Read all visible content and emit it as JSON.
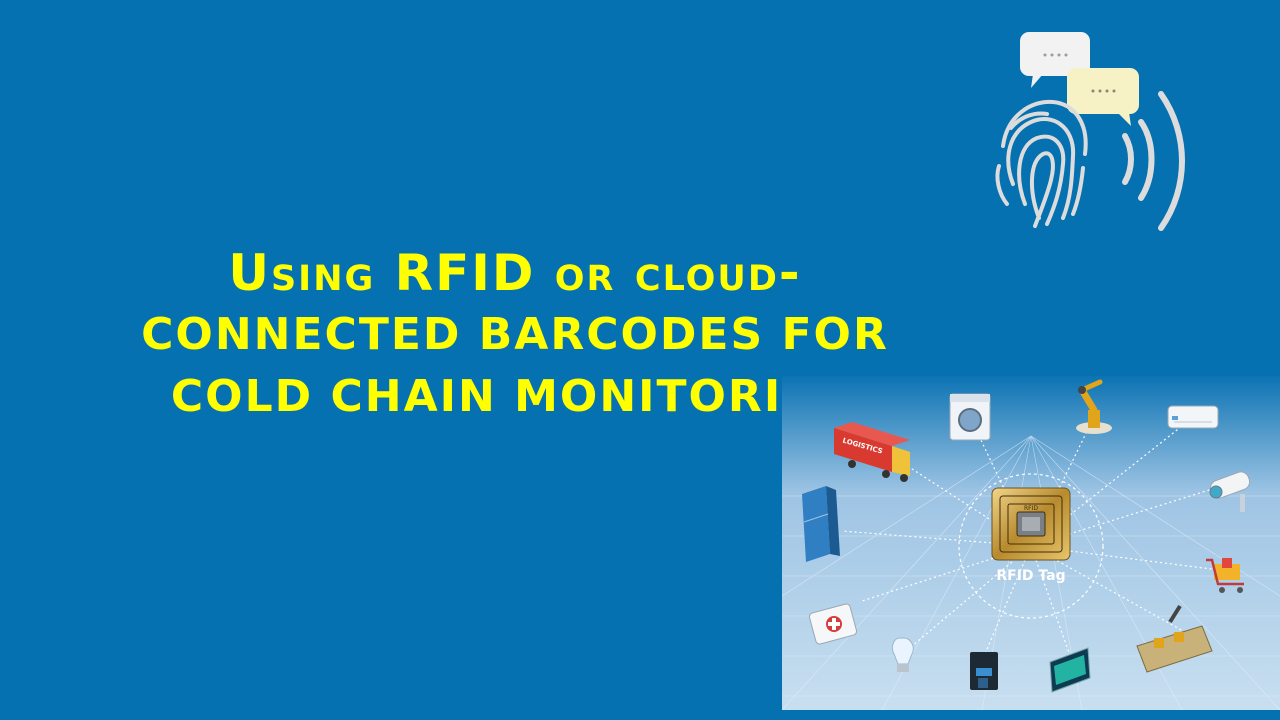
{
  "title": {
    "line1": "Using RFID or cloud-",
    "line2": "connected barcodes for",
    "line3": "cold chain monitoring"
  },
  "scene": {
    "tag_chip_label": "RFID",
    "tag_caption": "RFID Tag",
    "truck_label": "LOGISTICS"
  },
  "colors": {
    "background": "#0571b0",
    "title": "#ffff00",
    "scene_bg": "#b7d2ea",
    "tag_gold": "#c9a24a"
  },
  "icons": [
    "chat-bubble-icon",
    "fingerprint-icon",
    "signal-waves-icon",
    "washing-machine-icon",
    "robot-arm-icon",
    "air-conditioner-icon",
    "cctv-camera-icon",
    "shopping-cart-icon",
    "assembly-line-icon",
    "monitor-icon",
    "coffee-machine-icon",
    "light-bulb-icon",
    "first-aid-kit-icon",
    "refrigerator-icon",
    "logistics-truck-icon",
    "rfid-tag-icon"
  ]
}
